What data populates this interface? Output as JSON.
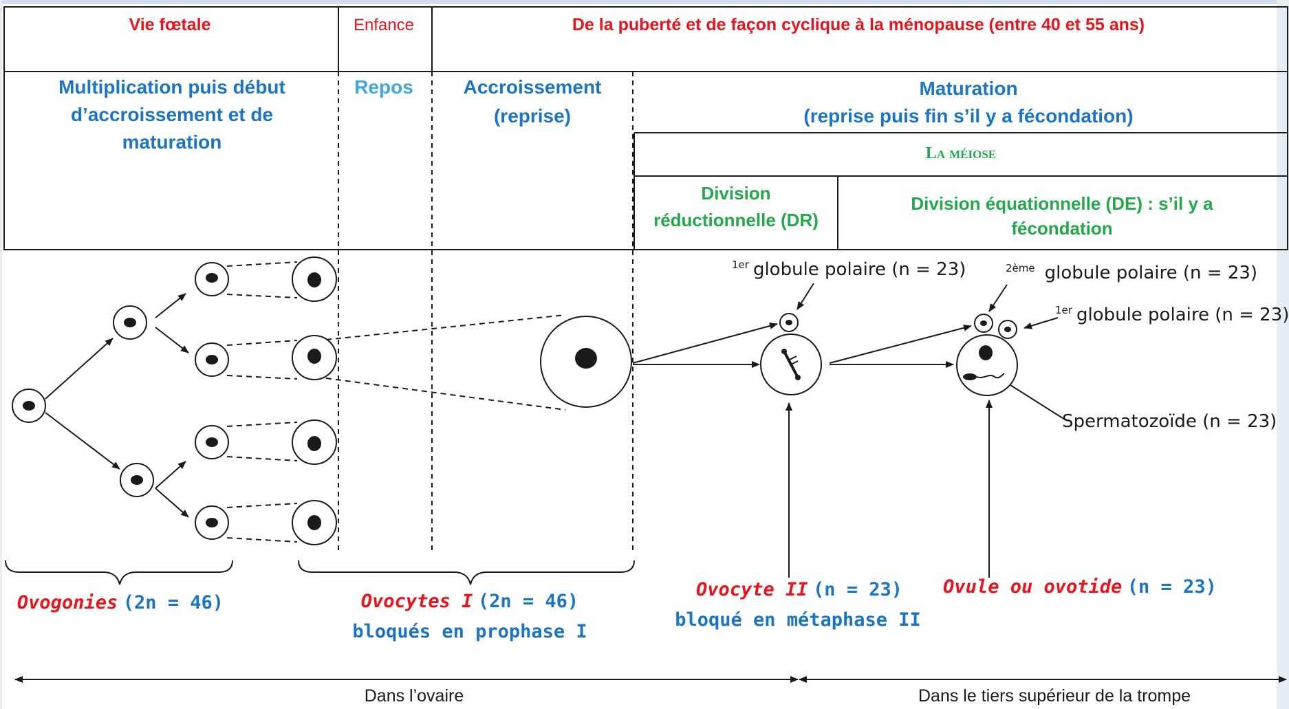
{
  "header": {
    "vie_foetale": "Vie fœtale",
    "enfance": "Enfance",
    "puberte": "De la puberté et de façon cyclique à la ménopause (entre 40 et 55 ans)"
  },
  "phases": {
    "multiplication_l1": "Multiplication puis début",
    "multiplication_l2": "d’accroissement et de",
    "multiplication_l3": "maturation",
    "repos": "Repos",
    "accroissement_l1": "Accroissement",
    "accroissement_l2": "(reprise)",
    "maturation_l1": "Maturation",
    "maturation_l2": "(reprise puis fin s’il y a fécondation)",
    "meiose": "La méiose",
    "dr_l1": "Division",
    "dr_l2": "réductionnelle (DR)",
    "de_l1": "Division équationnelle (DE) : s’il y a",
    "de_l2": "fécondation"
  },
  "labels": {
    "gp1_top": "globule polaire (n = 23)",
    "gp1_sup": "1er",
    "gp2": "globule polaire (n = 23)",
    "gp2_sup": "2ème",
    "gp1_right": "globule polaire (n = 23)",
    "gp1_right_sup": "1er",
    "spermatozoide": "Spermatozoïde (n = 23)"
  },
  "bottom": {
    "ovogonies_name": "Ovogonies",
    "ovogonies_value": "(2n = 46)",
    "ovocytes1_name": "Ovocytes I",
    "ovocytes1_value": "(2n = 46)",
    "ovocytes1_state": "bloqués en prophase I",
    "ovocyte2_name": "Ovocyte II",
    "ovocyte2_value": "(n = 23)",
    "ovocyte2_state": "bloqué en métaphase II",
    "ovule_name": "Ovule ou ovotide",
    "ovule_value": "(n = 23)",
    "ovaire": "Dans l’ovaire",
    "trompe": "Dans le tiers supérieur de la trompe"
  },
  "colors": {
    "red": "#e8141b",
    "blue": "#1b74c4",
    "light_blue": "#3fa6df",
    "green": "#23a84b",
    "ink": "#1a1a1a"
  }
}
